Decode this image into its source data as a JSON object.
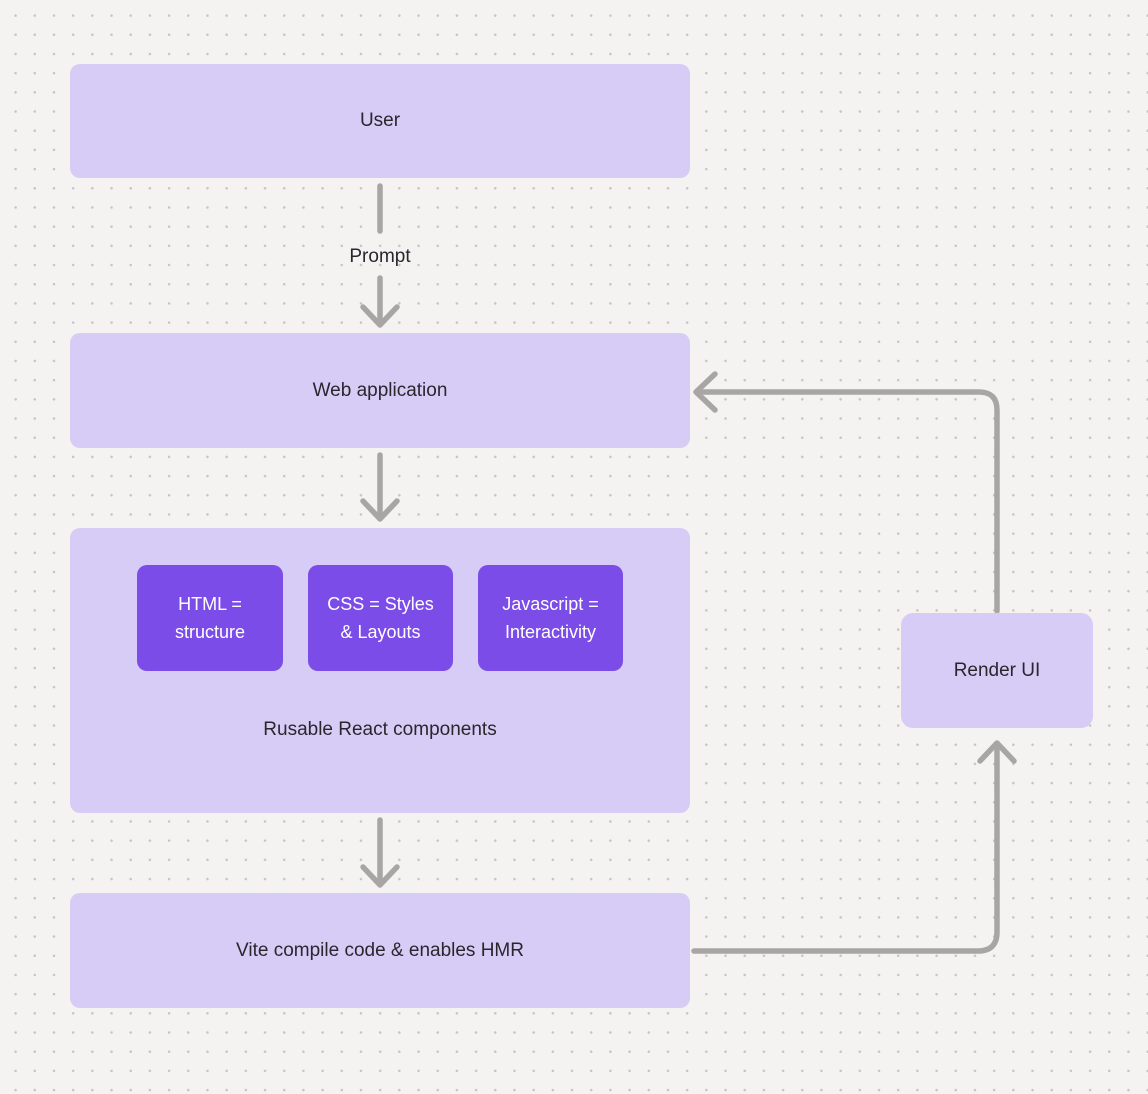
{
  "diagram": {
    "nodes": {
      "user": {
        "label": "User"
      },
      "web_application": {
        "label": "Web application"
      },
      "components_group": {
        "caption": "Rusable React components",
        "children": {
          "html": {
            "line1": "HTML =",
            "line2": "structure"
          },
          "css": {
            "line1": "CSS = Styles",
            "line2": "& Layouts"
          },
          "javascript": {
            "line1": "Javascript =",
            "line2": "Interactivity"
          }
        }
      },
      "vite": {
        "label": "Vite compile code & enables HMR"
      },
      "render_ui": {
        "label": "Render UI"
      }
    },
    "edges": {
      "user_to_webapp_label": "Prompt"
    },
    "colors": {
      "background": "#f4f3f2",
      "dot_grid": "#c7c5c3",
      "node_fill": "#d7ccf5",
      "accent_node_fill": "#7b4ce8",
      "accent_node_text": "#ffffff",
      "node_text": "#28272e",
      "connector": "#a7a6a5"
    }
  }
}
